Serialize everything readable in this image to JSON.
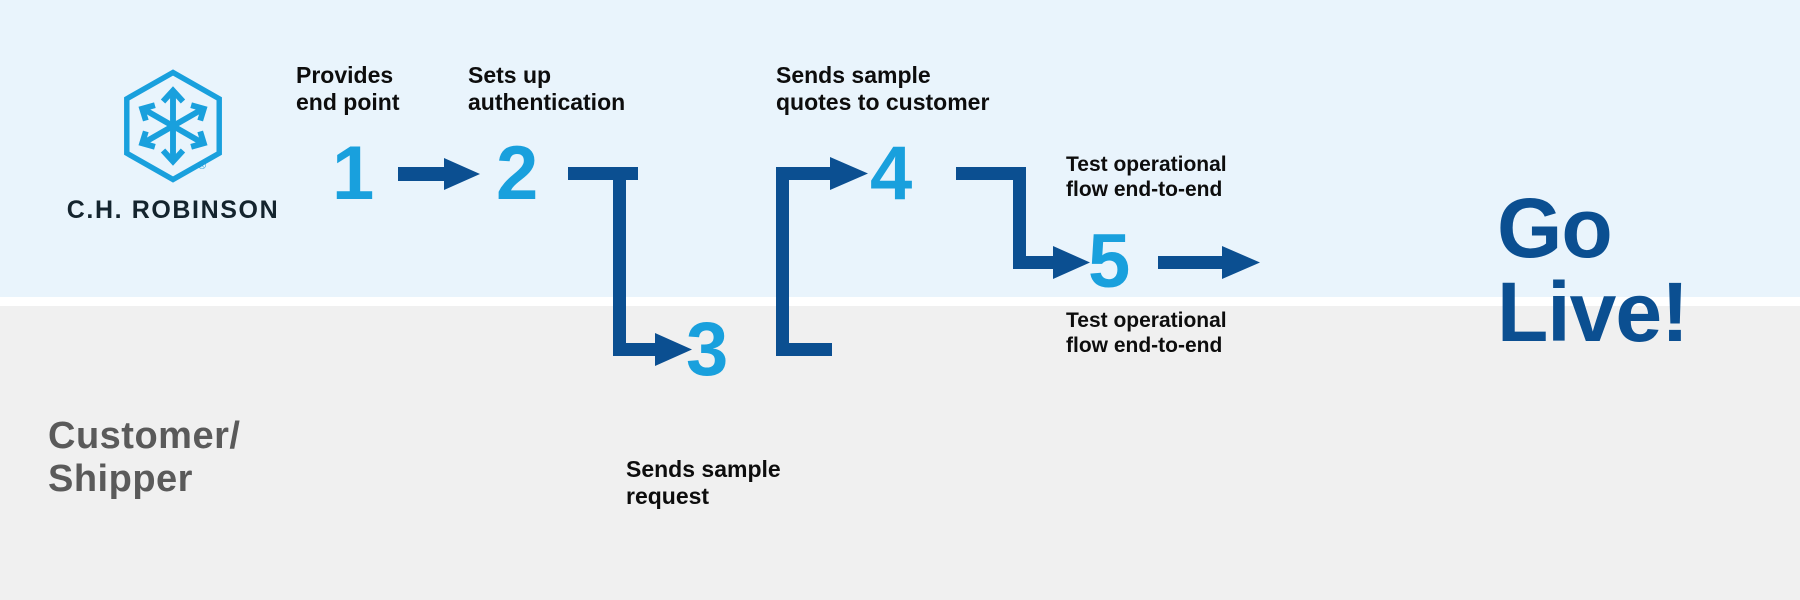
{
  "brand": {
    "logo_icon": "ch-robinson-hexagon-logo-icon",
    "wordmark": "C.H. ROBINSON",
    "registered_mark": "®",
    "accent_light": "#19a0dd",
    "accent_dark": "#0b4f91",
    "band_top_color": "#e9f4fc",
    "band_bottom_color": "#f0f0f0"
  },
  "lanes": {
    "top_label": "",
    "bottom_label": "Customer/\nShipper"
  },
  "steps": [
    {
      "number": "1",
      "caption": "Provides\nend point",
      "caption_position": "above",
      "lane": "top"
    },
    {
      "number": "2",
      "caption": "Sets up\nauthentication",
      "caption_position": "above",
      "lane": "top"
    },
    {
      "number": "3",
      "caption": "Sends sample\nrequest",
      "caption_position": "below",
      "lane": "bottom"
    },
    {
      "number": "4",
      "caption": "Sends sample\nquotes to customer",
      "caption_position": "above",
      "lane": "top"
    },
    {
      "number": "5",
      "caption": "Test operational\nflow end-to-end",
      "caption_below": "Test operational\nflow end-to-end",
      "caption_position": "both",
      "lane": "boundary"
    }
  ],
  "outcome": {
    "label": "Go\nLive!"
  },
  "connectors": [
    {
      "name": "arrow-1-to-2",
      "type": "straight",
      "from": "1",
      "to": "2"
    },
    {
      "name": "arrow-2-to-3",
      "type": "elbow-down",
      "from": "2",
      "to": "3"
    },
    {
      "name": "arrow-3-to-4",
      "type": "elbow-up",
      "from": "3",
      "to": "4"
    },
    {
      "name": "arrow-4-to-5",
      "type": "elbow-down",
      "from": "4",
      "to": "5"
    },
    {
      "name": "arrow-5-to-golive",
      "type": "straight",
      "from": "5",
      "to": "Go Live!"
    }
  ]
}
